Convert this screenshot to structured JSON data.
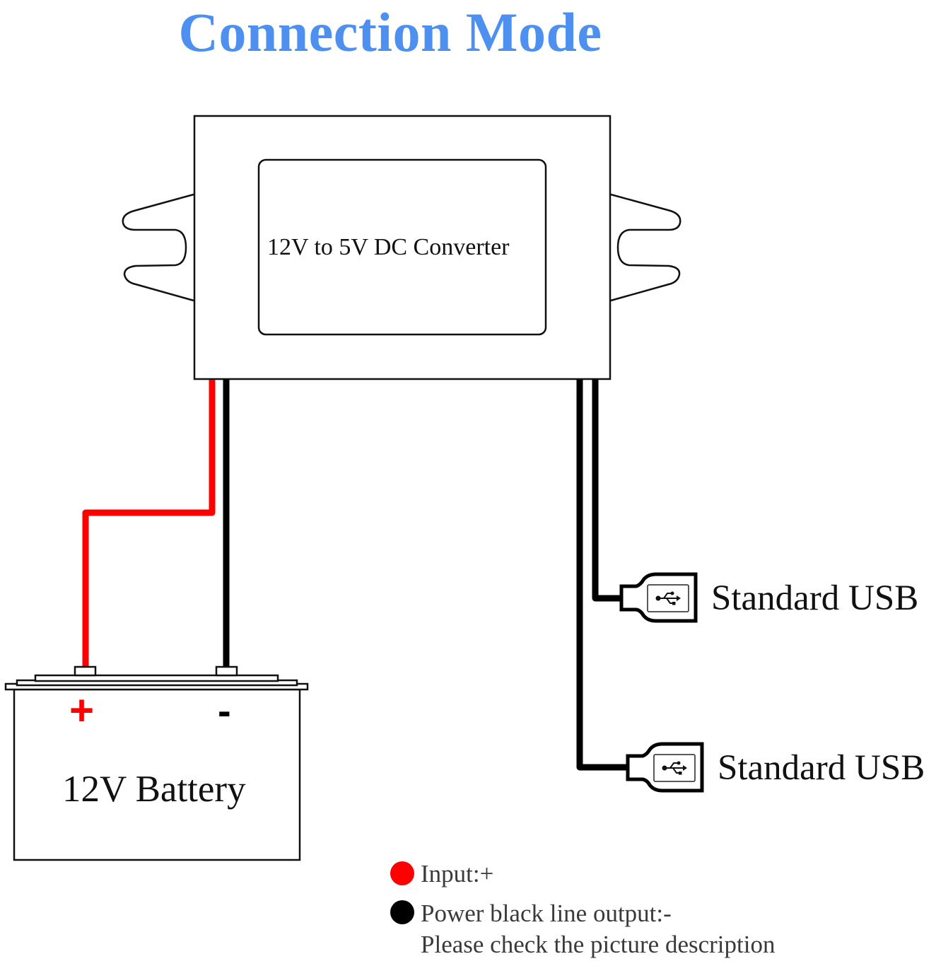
{
  "title": "Connection Mode",
  "colors": {
    "title": "#4d90f0",
    "positive_wire": "#ff0000",
    "negative_wire": "#000000",
    "outline": "#111111"
  },
  "converter": {
    "label": "12V to 5V DC Converter",
    "icon": "converter-box"
  },
  "battery": {
    "label": "12V Battery",
    "positive_terminal": "+",
    "negative_terminal": "-"
  },
  "outputs": [
    {
      "label": "Standard USB",
      "icon": "usb-icon"
    },
    {
      "label": "Standard USB",
      "icon": "usb-icon"
    }
  ],
  "legend": {
    "items": [
      {
        "color": "#ff0000",
        "text": "Input:+"
      },
      {
        "color": "#000000",
        "text": "Power black line output:-"
      }
    ],
    "note": "Please check the picture description"
  }
}
